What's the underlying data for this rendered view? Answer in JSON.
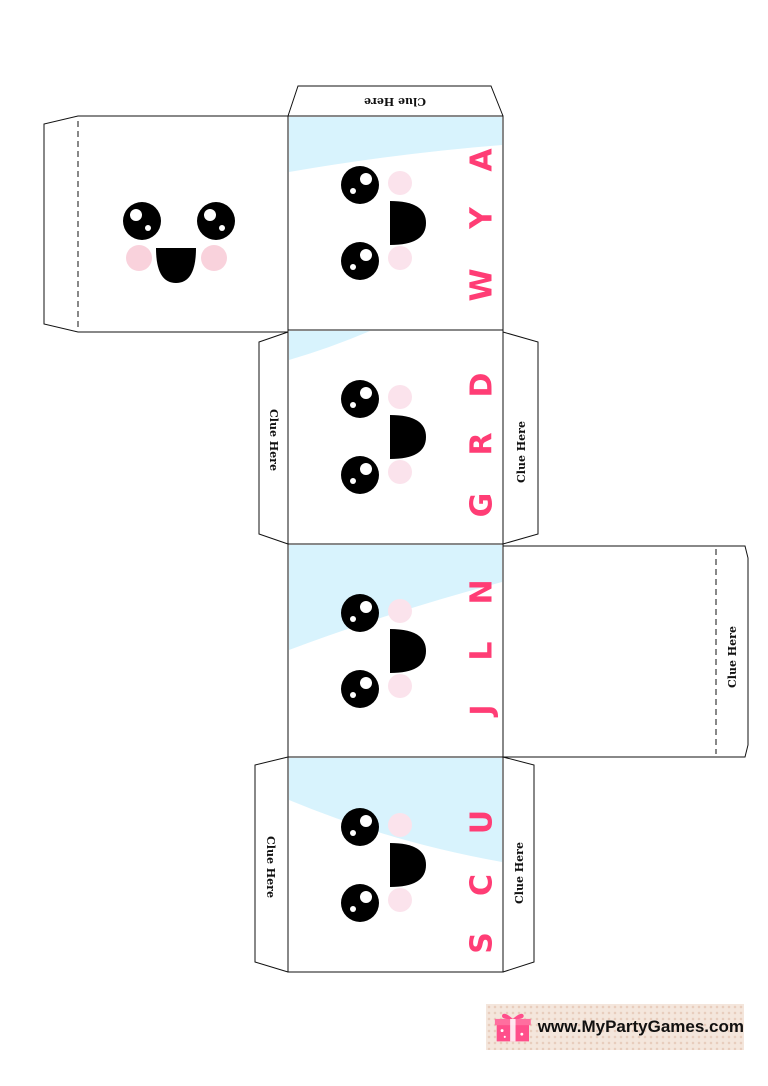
{
  "colors": {
    "letter": "#ff3d75",
    "sky": "#d8f3fd",
    "cheek": "#fbe3ec",
    "cheek_front": "#f9d2dc",
    "gift": "#ff4f8b"
  },
  "cube": {
    "top_tab_clue": "Clue Here",
    "faces": [
      {
        "letters": [
          "W",
          "Y",
          "A"
        ]
      },
      {
        "letters": [
          "G",
          "R",
          "D"
        ],
        "left_clue": "Clue Here",
        "right_clue": "Clue Here"
      },
      {
        "letters": [
          "J",
          "L",
          "N"
        ]
      },
      {
        "letters": [
          "S",
          "C",
          "U"
        ],
        "left_clue": "Clue Here",
        "right_clue": "Clue Here"
      }
    ],
    "side_flap_clue": "Clue Here",
    "front_face": "kawaii-face"
  },
  "branding": {
    "icon": "gift-icon",
    "site": "www.MyPartyGames.com"
  }
}
